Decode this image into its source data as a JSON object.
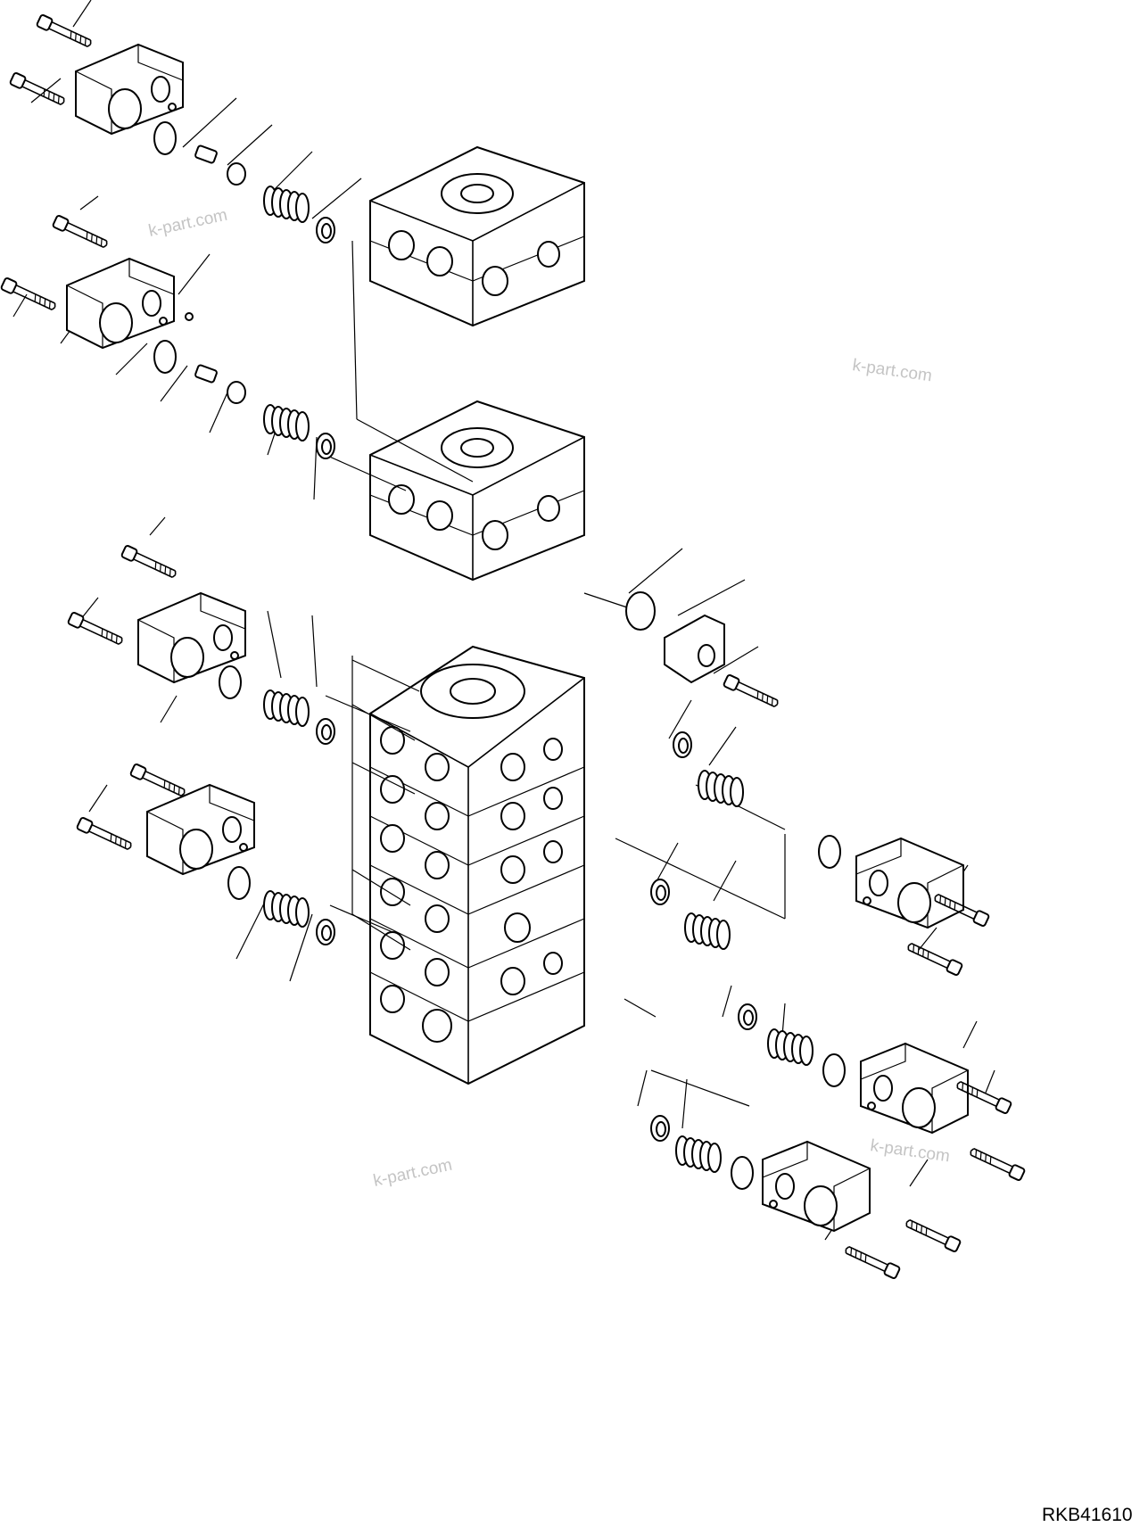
{
  "watermarks": [
    "k-part.com",
    "k-part.com",
    "k-part.com",
    "k-part.com"
  ],
  "drawing_code": "RKB41610"
}
